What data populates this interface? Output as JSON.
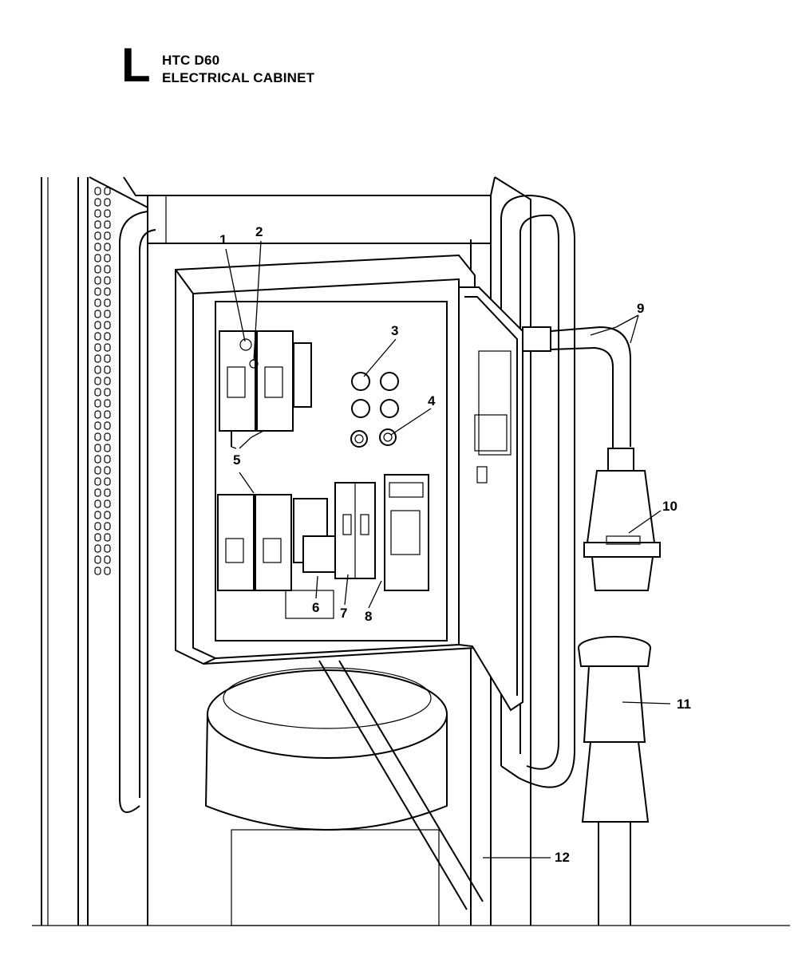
{
  "header": {
    "section_letter": "L",
    "model": "HTC D60",
    "subtitle": "ELECTRICAL CABINET"
  },
  "callouts": [
    {
      "id": "1",
      "label": "1"
    },
    {
      "id": "2",
      "label": "2"
    },
    {
      "id": "3",
      "label": "3"
    },
    {
      "id": "4",
      "label": "4"
    },
    {
      "id": "5",
      "label": "5"
    },
    {
      "id": "6",
      "label": "6"
    },
    {
      "id": "7",
      "label": "7"
    },
    {
      "id": "8",
      "label": "8"
    },
    {
      "id": "9",
      "label": "9"
    },
    {
      "id": "10",
      "label": "10"
    },
    {
      "id": "11",
      "label": "11"
    },
    {
      "id": "12",
      "label": "12"
    }
  ]
}
